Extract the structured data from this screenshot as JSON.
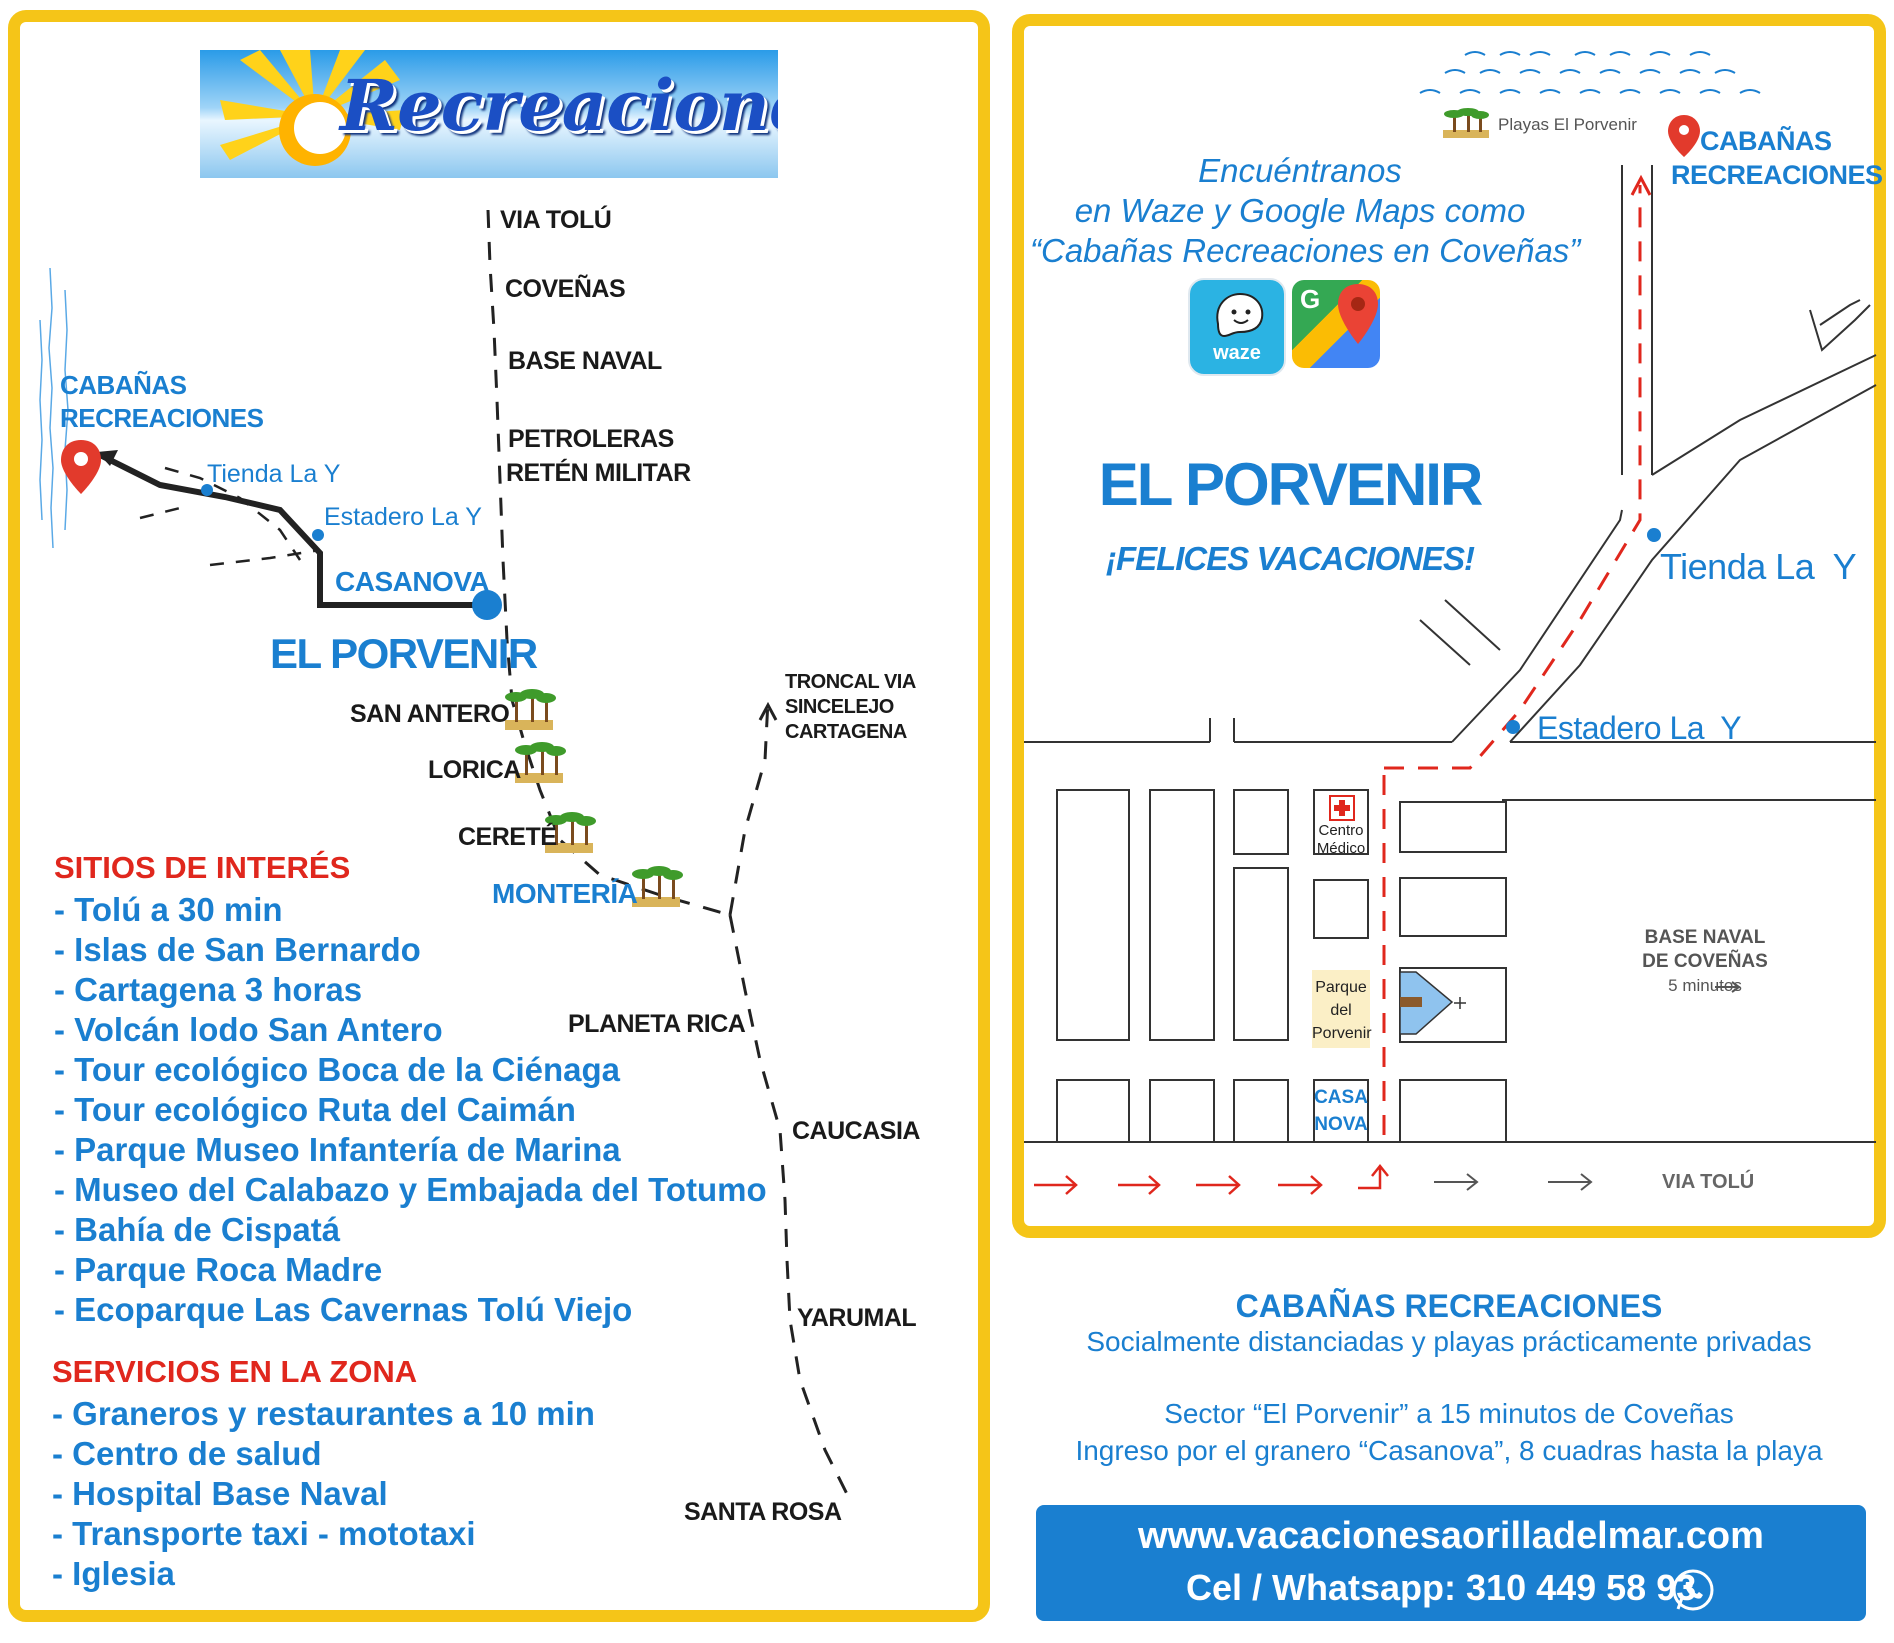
{
  "brand": {
    "logo_text": "Recreaciones"
  },
  "left_map": {
    "route_labels": {
      "via_tolu": "VIA TOLÚ",
      "covenas": "COVEÑAS",
      "base_naval": "BASE NAVAL",
      "petroleras": "PETROLERAS",
      "reten": "RETÉN MILITAR",
      "san_antero": "SAN ANTERO",
      "lorica": "LORICA",
      "cerete": "CERETÉ",
      "monteria": "MONTERÍA",
      "troncal_1": "TRONCAL VIA",
      "troncal_2": "SINCELEJO",
      "troncal_3": "CARTAGENA",
      "planeta_rica": "PLANETA RICA",
      "caucasia": "CAUCASIA",
      "yarumal": "YARUMAL",
      "santa_rosa": "SANTA ROSA"
    },
    "destination_1": "CABAÑAS",
    "destination_2": "RECREACIONES",
    "tienda": "Tienda La Y",
    "estadero": "Estadero La Y",
    "casanova": "CASANOVA",
    "town": "EL PORVENIR"
  },
  "sitios": {
    "title": "SITIOS DE INTERÉS",
    "items": [
      "- Tolú a 30 min",
      "- Islas de San Bernardo",
      "- Cartagena 3 horas",
      "- Volcán lodo San Antero",
      "- Tour ecológico Boca de la Ciénaga",
      "- Tour ecológico Ruta del Caimán",
      "- Parque Museo Infantería de Marina",
      "- Museo del Calabazo y Embajada del Totumo",
      "- Bahía de Cispatá",
      "- Parque Roca Madre",
      "- Ecoparque Las Cavernas Tolú Viejo"
    ]
  },
  "servicios": {
    "title": "SERVICIOS EN LA ZONA",
    "items": [
      "- Graneros y restaurantes a 10 min",
      "- Centro de salud",
      "- Hospital Base Naval",
      "- Transporte taxi - mototaxi",
      "- Iglesia"
    ]
  },
  "right_map": {
    "find_1": "Encuéntranos",
    "find_2": "en Waze y Google Maps como",
    "find_3": "“Cabañas Recreaciones en Coveñas”",
    "waze_label": "waze",
    "gmaps_letter": "G",
    "playas": "Playas El Porvenir",
    "destination_1": "CABAÑAS",
    "destination_2": "RECREACIONES",
    "town": "EL PORVENIR",
    "greeting": "¡FELICES VACACIONES!",
    "tienda": "Tienda La  Y",
    "estadero": "Estadero La  Y",
    "centro_1": "Centro",
    "centro_2": "Médico",
    "parque_1": "Parque",
    "parque_2": "del",
    "parque_3": "Porvenir",
    "casa_1": "CASA",
    "casa_2": "NOVA",
    "base_1": "BASE NAVAL",
    "base_2": "DE COVEÑAS",
    "base_3": "5 minutos",
    "via_tolu": "VIA TOLÚ"
  },
  "info": {
    "title": "CABAÑAS RECREACIONES",
    "line1": "Socialmente distanciadas y playas prácticamente privadas",
    "line2": "Sector “El Porvenir” a 15 minutos de Coveñas",
    "line3": "Ingreso por el granero “Casanova”,  8 cuadras hasta la playa"
  },
  "contact": {
    "website": "www.vacacionesaorilladelmar.com",
    "phone": "Cel / Whatsapp: 310 449 58 93"
  },
  "colors": {
    "yellow_border": "#f5c518",
    "blue": "#1a7fd0",
    "red": "#e0271d",
    "contact_bg": "#1a7fd0"
  }
}
